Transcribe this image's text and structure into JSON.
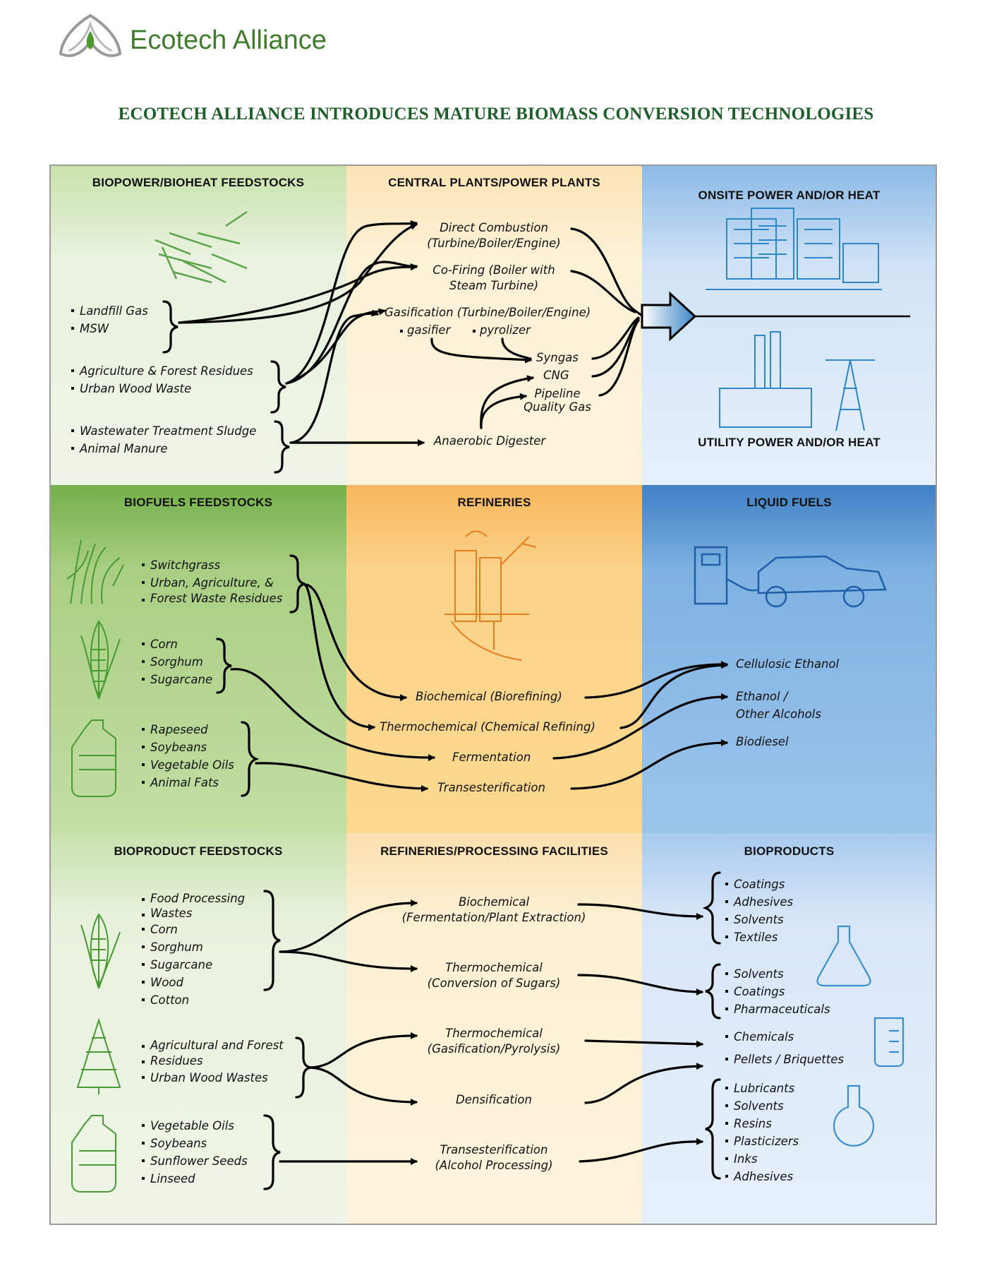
{
  "brand": {
    "name": "Ecotech Alliance"
  },
  "title": "ECOTECH ALLIANCE INTRODUCES MATURE BIOMASS CONVERSION TECHNOLOGIES",
  "colors": {
    "brand_green": "#3f7d2c",
    "title_green": "#1e5e2a",
    "green_panel": "#e6f1d9",
    "yellow_panel": "#fdf0d2",
    "blue_panel": "#c9def3"
  },
  "row1": {
    "col1_header": "BIOPOWER/BIOHEAT FEEDSTOCKS",
    "col2_header": "CENTRAL PLANTS/POWER PLANTS",
    "col3_header_top": "ONSITE POWER AND/OR HEAT",
    "col3_header_bottom": "UTILITY POWER AND/OR HEAT",
    "groups": [
      [
        "Landfill Gas",
        "MSW"
      ],
      [
        "Agriculture & Forest Residues",
        "Urban Wood Waste"
      ],
      [
        "Wastewater Treatment Sludge",
        "Animal Manure"
      ]
    ],
    "processes": {
      "direct_combustion": "Direct Combustion\n(Turbine/Boiler/Engine)",
      "co_firing": "Co-Firing (Boiler with\nSteam Turbine)",
      "gasification": "Gasification (Turbine/Boiler/Engine)",
      "gasifier": "gasifier",
      "pyrolizer": "pyrolizer",
      "syngas": "Syngas",
      "cng": "CNG",
      "pipeline_gas": "Pipeline\nQuality Gas",
      "anaerobic_digester": "Anaerobic Digester"
    }
  },
  "row2": {
    "col1_header": "BIOFUELS FEEDSTOCKS",
    "col2_header": "REFINERIES",
    "col3_header": "LIQUID FUELS",
    "groups": [
      [
        "Switchgrass",
        "Urban, Agriculture, &",
        "Forest Waste Residues"
      ],
      [
        "Corn",
        "Sorghum",
        "Sugarcane"
      ],
      [
        "Rapeseed",
        "Soybeans",
        "Vegetable Oils",
        "Animal Fats"
      ]
    ],
    "processes": [
      "Biochemical (Biorefining)",
      "Thermochemical (Chemical Refining)",
      "Fermentation",
      "Transesterification"
    ],
    "fuels": [
      "Cellulosic Ethanol",
      "Ethanol /\nOther Alcohols",
      "Biodiesel"
    ]
  },
  "row3": {
    "col1_header": "BIOPRODUCT FEEDSTOCKS",
    "col2_header": "REFINERIES/PROCESSING FACILITIES",
    "col3_header": "BIOPRODUCTS",
    "groups": [
      [
        "Food Processing",
        "Wastes",
        "Corn",
        "Sorghum",
        "Sugarcane",
        "Wood",
        "Cotton"
      ],
      [
        "Agricultural and Forest",
        "Residues",
        "Urban Wood Wastes"
      ],
      [
        "Vegetable Oils",
        "Soybeans",
        "Sunflower Seeds",
        "Linseed"
      ]
    ],
    "processes": [
      "Biochemical\n(Fermentation/Plant Extraction)",
      "Thermochemical\n(Conversion of Sugars)",
      "Thermochemical\n(Gasification/Pyrolysis)",
      "Densification",
      "Transesterification\n(Alcohol Processing)"
    ],
    "products": {
      "group_a": [
        "Coatings",
        "Adhesives",
        "Solvents",
        "Textiles"
      ],
      "group_b": [
        "Solvents",
        "Coatings",
        "Pharmaceuticals"
      ],
      "chemicals": "Chemicals",
      "pellets": "Pellets / Briquettes",
      "group_c": [
        "Lubricants",
        "Solvents",
        "Resins",
        "Plasticizers",
        "Inks",
        "Adhesives"
      ]
    }
  }
}
